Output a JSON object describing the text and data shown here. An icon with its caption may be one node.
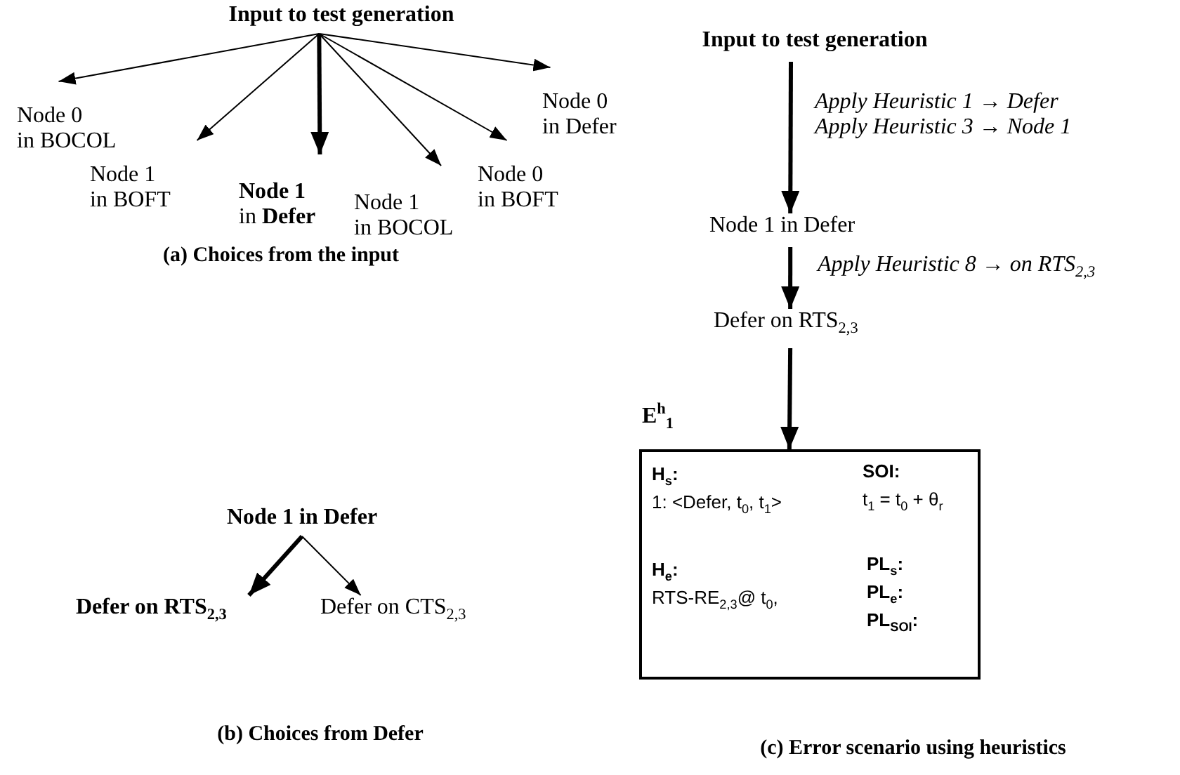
{
  "diagram": {
    "nodes": [
      {
        "text": [
          "Input to test generation"
        ]
      },
      {
        "text": [
          "Node 0 in BOCOL"
        ]
      },
      {
        "text": [
          "Node 1 in BOFT"
        ]
      },
      {
        "text": [
          "**Node 1** in **Defer**"
        ]
      },
      {
        "text": [
          "Node 1 in BOCOL"
        ]
      },
      {
        "text": [
          "Node 0 in BOFT"
        ]
      },
      {
        "text": [
          "Node 0 in Defer"
        ]
      },
      {
        "text": [
          "Node 1 in Defer"
        ]
      },
      {
        "text": [
          "Defer on RTS$_{2,3}$"
        ]
      },
      {
        "text": [
          "Defer on CTS$_{2,3}$"
        ]
      },
      {
        "text": [
          "Input to test generation"
        ]
      },
      {
        "text": [
          "Node 1 in Defer"
        ]
      },
      {
        "text": [
          "Defer on RTS$_{2,3}$"
        ]
      },
      {
        "text": [
          "H$_{s}$:",
          "1: <Defer, t$_{0}$, t$_{1}$>",
          "SOI:",
          "t$_{1}$ = t$_{0}$ + θ$_{r}$",
          "H$_{e}$:",
          "RTS-RE$_{2,3}$@ t$_{0}$,",
          "PL$_{s}$:",
          "PL$_{e}$:",
          "PL$_{SOI}$:"
        ],
        "beside": [
          "E$^{h}$$_{1}$"
        ]
      }
    ],
    "edges": [
      {
        "from": 0,
        "to": 1,
        "arrow": "to"
      },
      {
        "from": 0,
        "to": 2,
        "arrow": "to"
      },
      {
        "from": 0,
        "to": 3,
        "arrow": "to",
        "style": "thick"
      },
      {
        "from": 0,
        "to": 4,
        "arrow": "to"
      },
      {
        "from": 0,
        "to": 5,
        "arrow": "to"
      },
      {
        "from": 0,
        "to": 6,
        "arrow": "to"
      },
      {
        "from": 7,
        "to": 8,
        "arrow": "to",
        "style": "thick"
      },
      {
        "from": 7,
        "to": 9,
        "arrow": "to"
      },
      {
        "from": 10,
        "to": 11,
        "arrow": "to",
        "style": "thick",
        "label": "Apply Heuristic 1 → Defer Apply Heuristic 3 → Node 1"
      },
      {
        "from": 11,
        "to": 12,
        "arrow": "to",
        "style": "thick",
        "label": "Apply Heuristic 8 → on RTS$_{2,3}$"
      },
      {
        "from": 12,
        "to": 13,
        "arrow": "to",
        "style": "thick"
      }
    ],
    "labels": [
      "(a) Choices from the input",
      "(b) Choices from Defer",
      "(c) Error scenario using heuristics"
    ]
  }
}
